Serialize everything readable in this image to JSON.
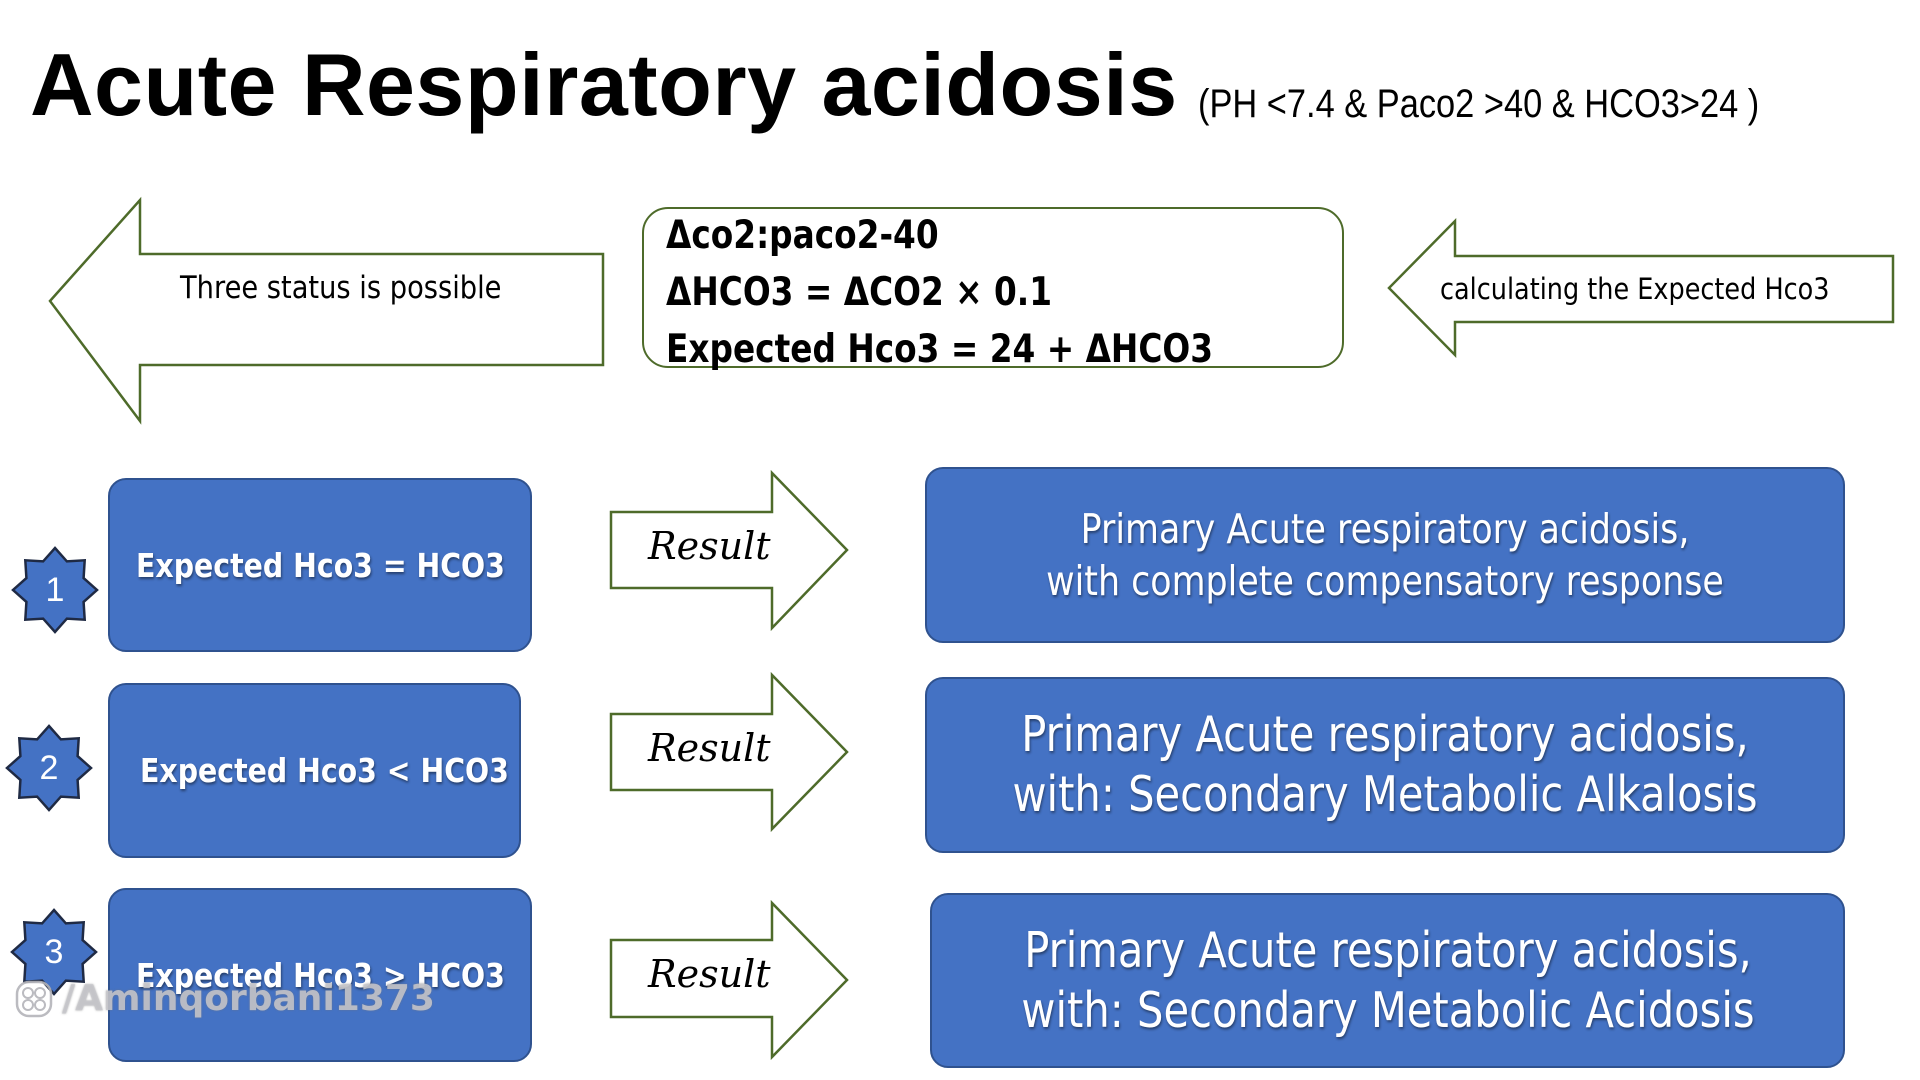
{
  "slide": {
    "title": "Acute Respiratory acidosis",
    "subtitle": "(PH <7.4 & Paco2 >40  & HCO3>24 )"
  },
  "top_row": {
    "left_arrow_label": "Three status is possible",
    "formula_lines": [
      "Δco2:paco2-40",
      "ΔHCO3 = ΔCO2 × 0.1",
      "Expected  Hco3 = 24 + ΔHCO3"
    ],
    "right_arrow_label": "calculating the Expected Hco3"
  },
  "cases": [
    {
      "number": "1",
      "condition": "Expected  Hco3 = HCO3",
      "arrow_label": "Result",
      "result": "Primary Acute respiratory acidosis, with complete compensatory response"
    },
    {
      "number": "2",
      "condition": "Expected  Hco3 < HCO3",
      "arrow_label": "Result",
      "result": "Primary Acute respiratory acidosis, with: Secondary Metabolic Alkalosis"
    },
    {
      "number": "3",
      "condition": "Expected  Hco3 > HCO3",
      "arrow_label": "Result",
      "result": "Primary Acute respiratory acidosis, with: Secondary Metabolic Acidosis"
    }
  ],
  "watermark": {
    "icon": "social-logo-icon",
    "text": "/Aminqorbani1373"
  },
  "colors": {
    "box_fill": "#4472c4",
    "box_border": "#2f528f",
    "outline_green": "#4e6b2a",
    "text_dark": "#000000",
    "text_light": "#ffffff"
  }
}
